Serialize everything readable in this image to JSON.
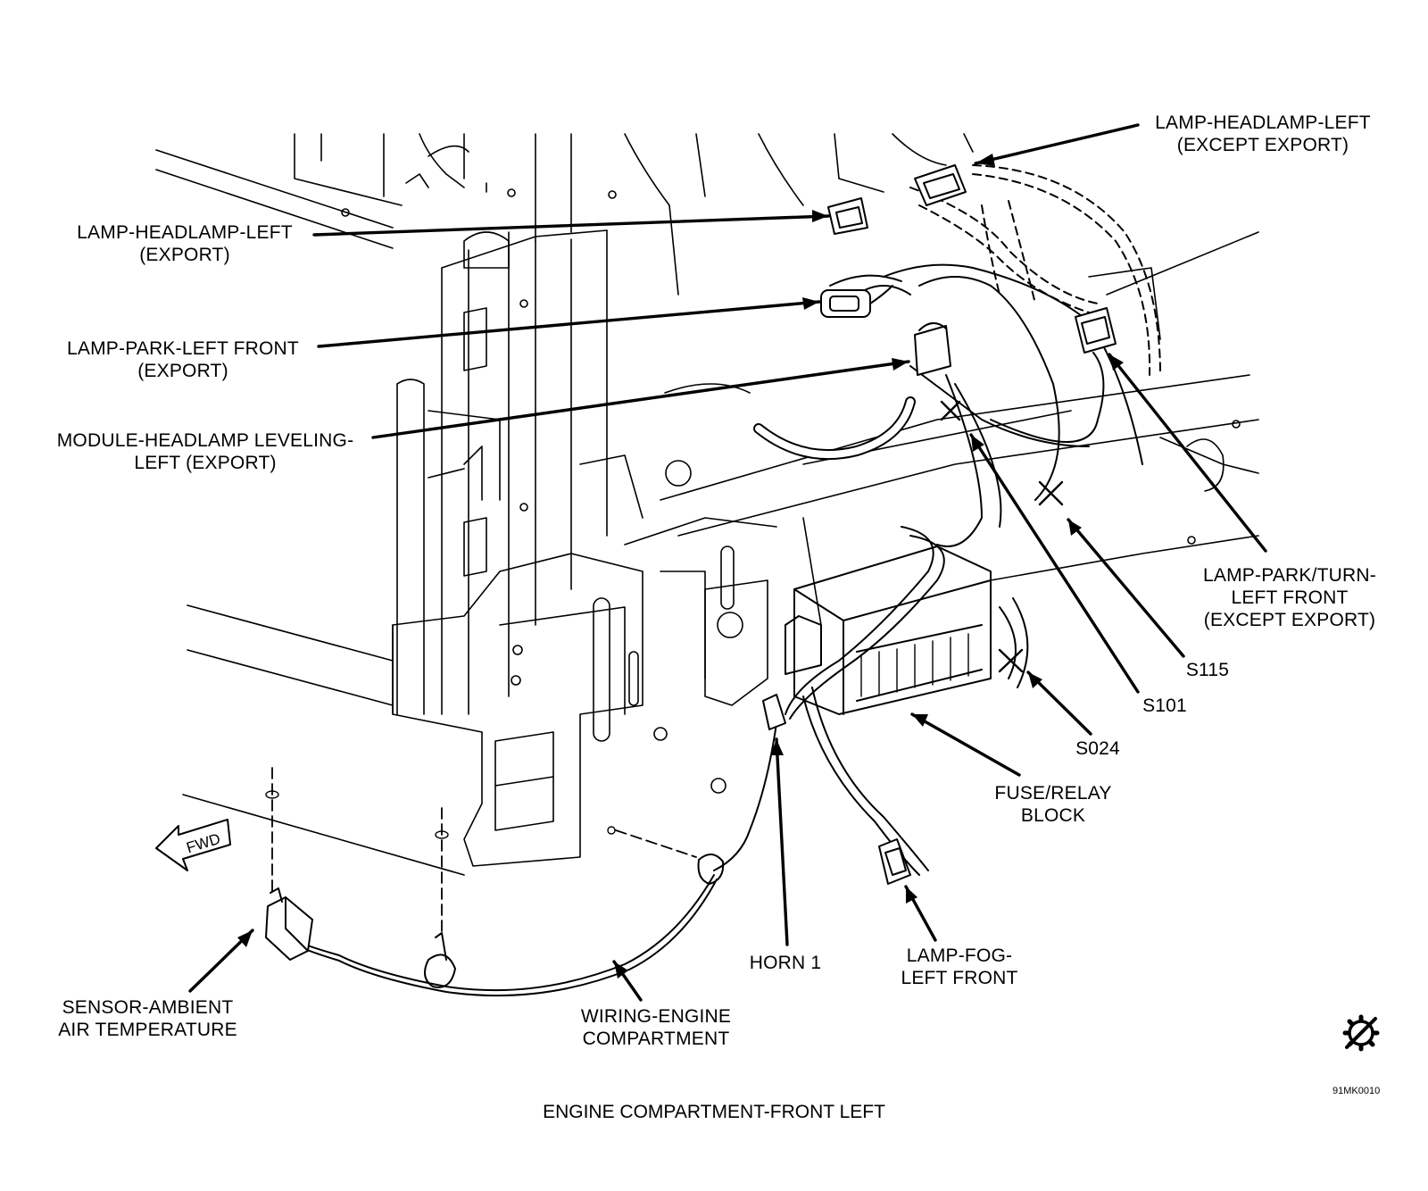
{
  "callouts": {
    "headlamp_left_except_export": [
      "LAMP-HEADLAMP-LEFT",
      "(EXCEPT EXPORT)"
    ],
    "headlamp_left_export": [
      "LAMP-HEADLAMP-LEFT",
      "(EXPORT)"
    ],
    "park_left_front_export": [
      "LAMP-PARK-LEFT FRONT",
      "(EXPORT)"
    ],
    "module_headlamp_leveling": [
      "MODULE-HEADLAMP LEVELING-",
      "LEFT (EXPORT)"
    ],
    "park_turn_left_front": [
      "LAMP-PARK/TURN-",
      "LEFT FRONT",
      "(EXCEPT EXPORT)"
    ],
    "s115": "S115",
    "s101": "S101",
    "s024": "S024",
    "fuse_relay_block": [
      "FUSE/RELAY",
      "BLOCK"
    ],
    "lamp_fog_left_front": [
      "LAMP-FOG-",
      "LEFT FRONT"
    ],
    "horn_1": "HORN 1",
    "wiring_engine_compartment": [
      "WIRING-ENGINE",
      "COMPARTMENT"
    ],
    "sensor_ambient_air_temp": [
      "SENSOR-AMBIENT",
      "AIR TEMPERATURE"
    ],
    "fwd_arrow": "FWD"
  },
  "figure_code": "91MK0010",
  "caption": "ENGINE COMPARTMENT-FRONT LEFT"
}
